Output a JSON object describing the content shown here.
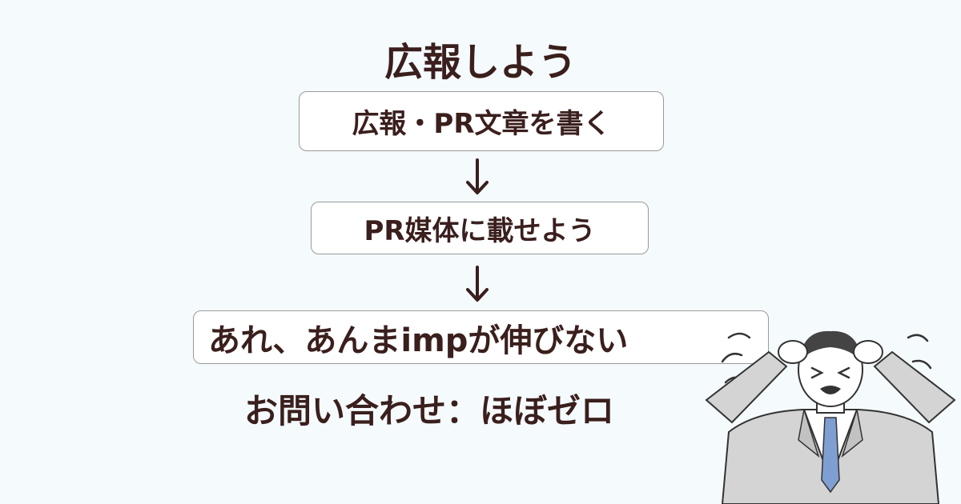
{
  "title": "広報しよう",
  "steps": [
    {
      "label": "広報・PR文章を書く"
    },
    {
      "label": "PR媒体に載せよう"
    },
    {
      "label": "あれ、あんまimpが伸びない"
    }
  ],
  "result": "お問い合わせ：ほぼゼロ",
  "colors": {
    "text": "#3a1f1d",
    "background": "#f5fafd",
    "box_border": "#9a9a9a",
    "tie": "#7f9fd3",
    "suit": "#d4d4d4"
  },
  "icons": [
    "down-arrow-icon",
    "stressed-businessman-illustration"
  ]
}
